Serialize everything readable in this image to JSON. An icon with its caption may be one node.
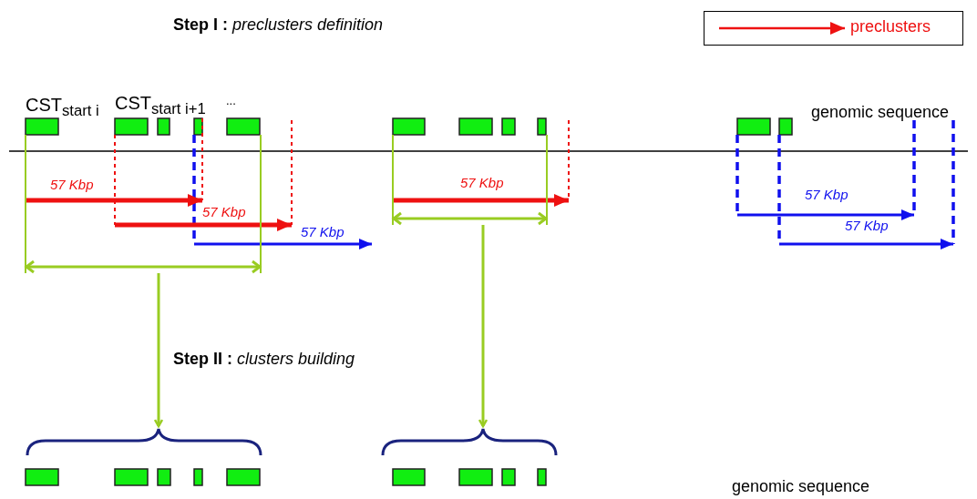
{
  "diagram": {
    "nodes": [
      {
        "text": [],
        "shape": "bar"
      },
      {
        "text": [],
        "shape": "brace"
      },
      {
        "text": [],
        "shape": "bar"
      },
      {
        "text": [],
        "shape": "brace"
      }
    ],
    "edges": [
      {
        "from": 0,
        "to": 1,
        "arrow": "to"
      },
      {
        "from": 2,
        "to": 3,
        "arrow": "to"
      }
    ],
    "labels": [
      "**Step I :** *preclusters definition*",
      "CST$_{start i}$",
      "CST$_{start i+1}$",
      "...",
      "genomic sequence",
      "57 Kbp",
      "57 Kbp",
      "57 Kbp",
      "57 Kbp",
      "57 Kbp",
      "57 Kbp",
      "**Step II :** *clusters building*",
      "genomic sequence"
    ],
    "legend": [
      {
        "text": "preclusters"
      }
    ]
  }
}
